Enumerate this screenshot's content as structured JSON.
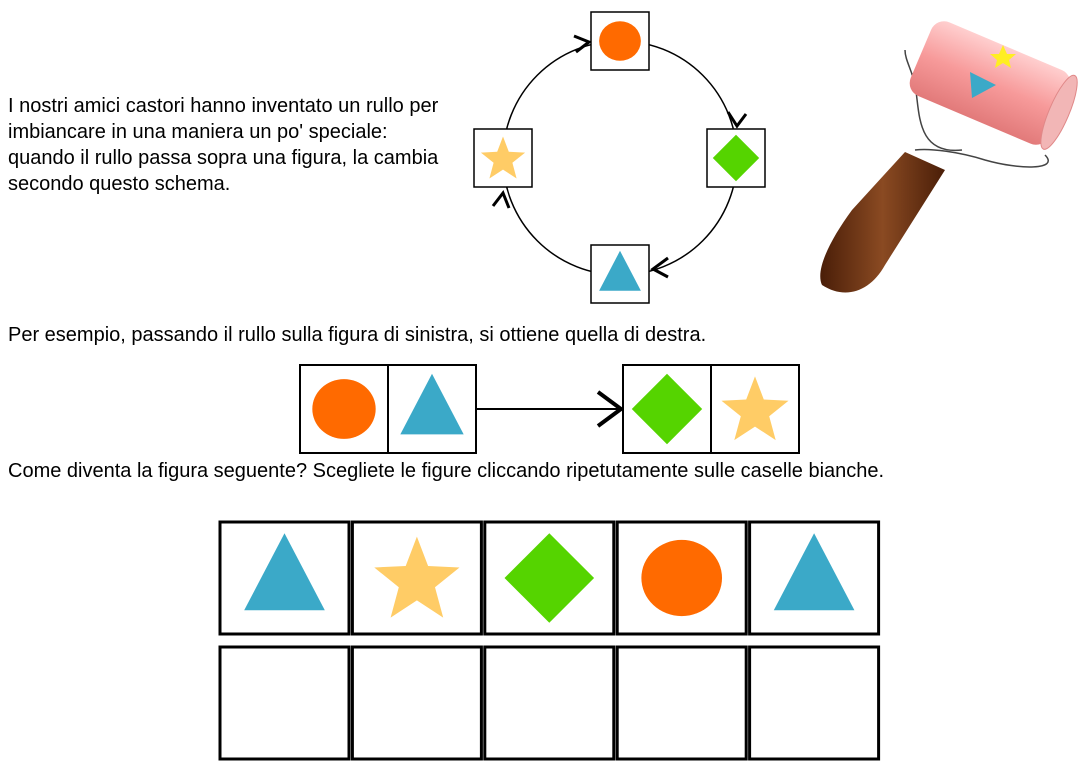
{
  "intro_text": "I nostri amici castori hanno inventato un rullo per imbiancare in una maniera un po' speciale: quando il rullo passa sopra una figura, la cambia secondo questo schema.",
  "example_text": "Per esempio, passando il rullo sulla figura di sinistra, si ottiene quella di destra.",
  "question_text": "Come diventa la figura seguente? Scegliete le figure cliccando ripetutamente sulle caselle bianche.",
  "colors": {
    "circle": "#ff6a00",
    "diamond": "#55d400",
    "triangle": "#3ba9c8",
    "star": "#ffcc66",
    "roller": "#f49a9a",
    "handle": "#6b2e12",
    "line": "#000000"
  },
  "cycle": [
    "circle",
    "diamond",
    "triangle",
    "star"
  ],
  "example": {
    "input": [
      "circle",
      "triangle"
    ],
    "output": [
      "diamond",
      "star"
    ]
  },
  "puzzle": {
    "shapes": [
      "triangle",
      "star",
      "diamond",
      "circle",
      "triangle"
    ],
    "answers": [
      "",
      "",
      "",
      "",
      ""
    ]
  }
}
